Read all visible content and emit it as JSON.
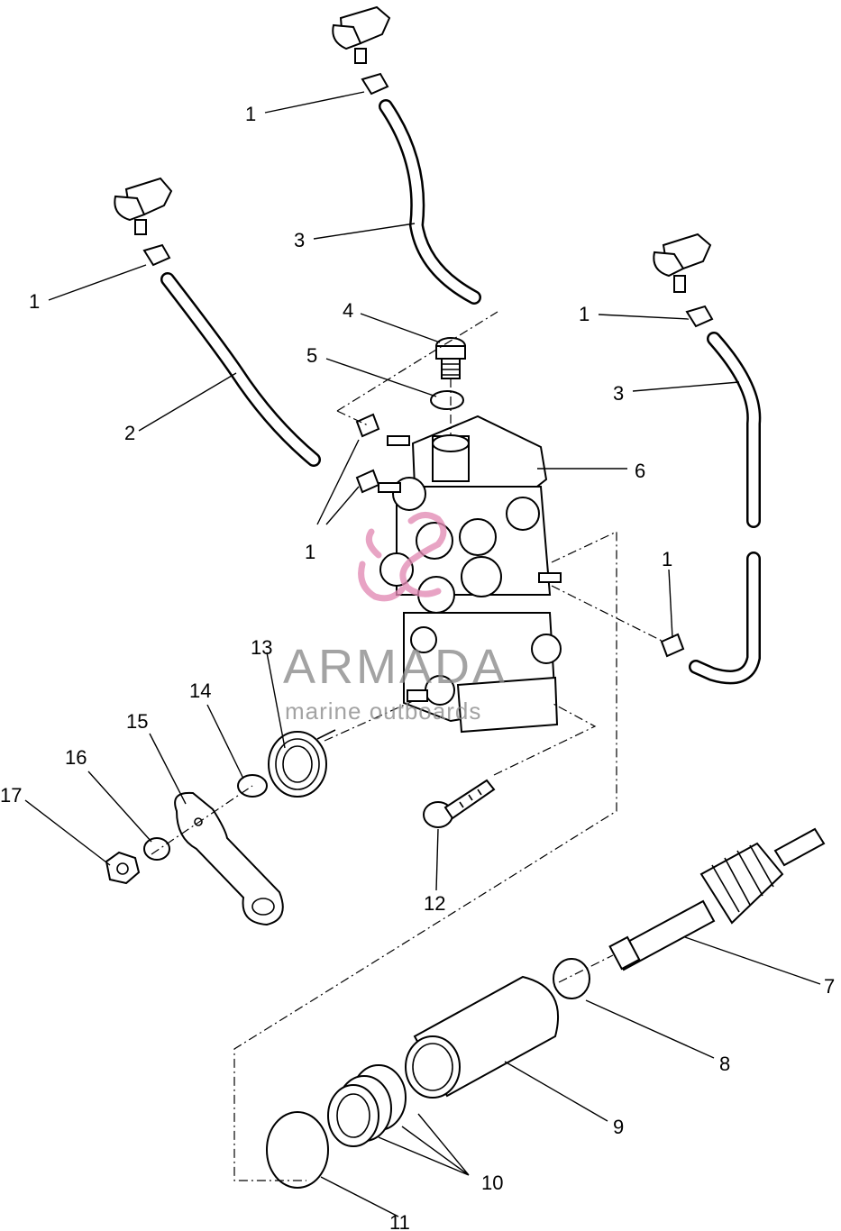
{
  "callouts": [
    {
      "id": "c1a",
      "label": "1"
    },
    {
      "id": "c1b",
      "label": "1"
    },
    {
      "id": "c1c",
      "label": "1"
    },
    {
      "id": "c1d",
      "label": "1"
    },
    {
      "id": "c1e",
      "label": "1"
    },
    {
      "id": "c2",
      "label": "2"
    },
    {
      "id": "c3a",
      "label": "3"
    },
    {
      "id": "c3b",
      "label": "3"
    },
    {
      "id": "c4",
      "label": "4"
    },
    {
      "id": "c5",
      "label": "5"
    },
    {
      "id": "c6",
      "label": "6"
    },
    {
      "id": "c7",
      "label": "7"
    },
    {
      "id": "c8",
      "label": "8"
    },
    {
      "id": "c9",
      "label": "9"
    },
    {
      "id": "c10",
      "label": "10"
    },
    {
      "id": "c11",
      "label": "11"
    },
    {
      "id": "c12",
      "label": "12"
    },
    {
      "id": "c13",
      "label": "13"
    },
    {
      "id": "c14",
      "label": "14"
    },
    {
      "id": "c15",
      "label": "15"
    },
    {
      "id": "c16",
      "label": "16"
    },
    {
      "id": "c17",
      "label": "17"
    }
  ],
  "watermark": {
    "brand": "ARMADA",
    "tagline": "marine outboards",
    "color": "#e28ab4"
  }
}
